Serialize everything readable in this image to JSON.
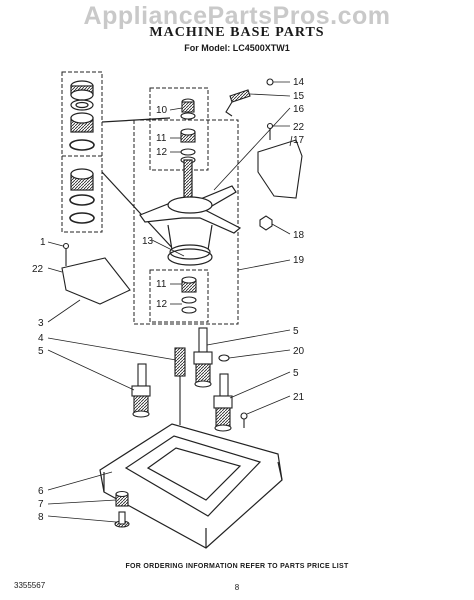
{
  "header": {
    "watermark": "AppliancePartsPros.com",
    "title": "MACHINE BASE PARTS",
    "subtitle": "For Model: LC4500XTW1"
  },
  "callouts": [
    {
      "id": "c1",
      "label": "1"
    },
    {
      "id": "c22a",
      "label": "22"
    },
    {
      "id": "c3",
      "label": "3"
    },
    {
      "id": "c4",
      "label": "4"
    },
    {
      "id": "c5a",
      "label": "5"
    },
    {
      "id": "c6",
      "label": "6"
    },
    {
      "id": "c7",
      "label": "7"
    },
    {
      "id": "c8",
      "label": "8"
    },
    {
      "id": "c10",
      "label": "10"
    },
    {
      "id": "c11a",
      "label": "11"
    },
    {
      "id": "c12a",
      "label": "12"
    },
    {
      "id": "c13",
      "label": "13"
    },
    {
      "id": "c11b",
      "label": "11"
    },
    {
      "id": "c12b",
      "label": "12"
    },
    {
      "id": "c14",
      "label": "14"
    },
    {
      "id": "c15",
      "label": "15"
    },
    {
      "id": "c16",
      "label": "16"
    },
    {
      "id": "c22b",
      "label": "22"
    },
    {
      "id": "c17",
      "label": "17"
    },
    {
      "id": "c18",
      "label": "18"
    },
    {
      "id": "c19",
      "label": "19"
    },
    {
      "id": "c5b",
      "label": "5"
    },
    {
      "id": "c20",
      "label": "20"
    },
    {
      "id": "c5c",
      "label": "5"
    },
    {
      "id": "c21",
      "label": "21"
    }
  ],
  "footer": {
    "note": "FOR ORDERING INFORMATION REFER TO PARTS PRICE LIST",
    "part_number": "3355567",
    "page": "8"
  }
}
